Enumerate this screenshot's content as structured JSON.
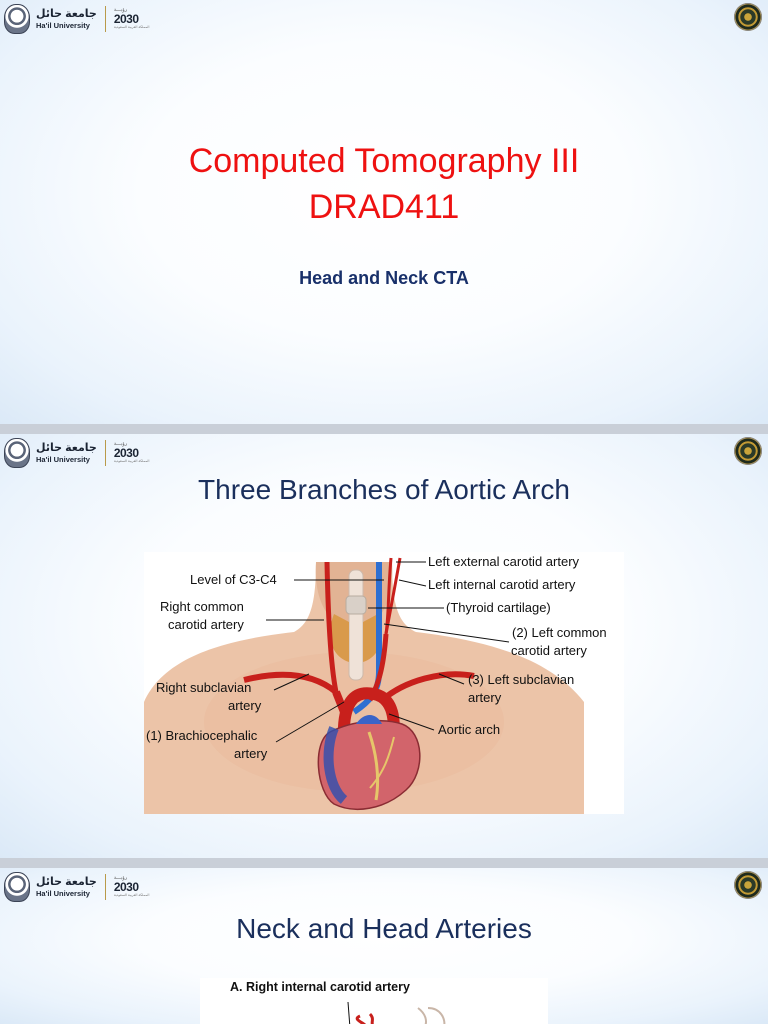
{
  "logo": {
    "arabic": "جامعة حائل",
    "english": "Ha'il University",
    "vision_top": "رؤيـــة",
    "vision_number": "2030",
    "vision_sub": "المملكة العربية السعودية"
  },
  "slide1": {
    "title_line1": "Computed Tomography III",
    "title_line2": "DRAD411",
    "subtitle": "Head and Neck CTA"
  },
  "slide2": {
    "title": "Three Branches of Aortic Arch",
    "labels": {
      "left_external_carotid": "Left external carotid artery",
      "level": "Level of C3-C4",
      "left_internal_carotid": "Left internal carotid artery",
      "right_common_1": "Right common",
      "right_common_2": "carotid artery",
      "thyroid": "(Thyroid cartilage)",
      "left_common_1": "(2) Left common",
      "left_common_2": "carotid artery",
      "right_subclavian_1": "Right subclavian",
      "right_subclavian_2": "artery",
      "left_subclavian_1": "(3) Left subclavian",
      "left_subclavian_2": "artery",
      "brachio_1": "(1) Brachiocephalic",
      "brachio_2": "artery",
      "aortic_arch": "Aortic arch"
    }
  },
  "slide3": {
    "title": "Neck and Head Arteries",
    "figure_label": "A. Right internal carotid artery"
  },
  "colors": {
    "title_red": "#ee1111",
    "title_navy": "#1a2f5c",
    "artery_red": "#c8201c",
    "vein_blue": "#2e6fd1"
  }
}
